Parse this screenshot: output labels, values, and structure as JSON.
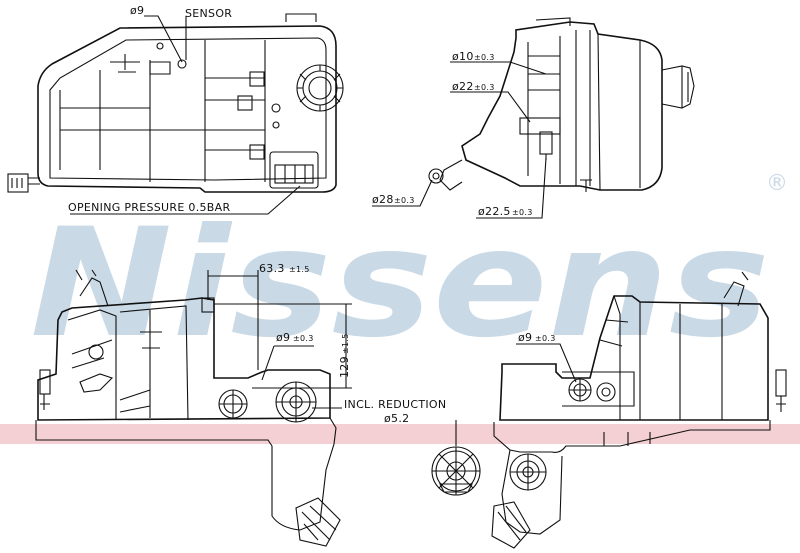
{
  "watermark": {
    "text": "Nissens",
    "registered": "®",
    "color": "#c9d9e6"
  },
  "stripe_color": "#f4cfd3",
  "labels": {
    "d9_top": "ø9",
    "sensor": "SENSOR",
    "opening_pressure": "OPENING PRESSURE 0.5BAR",
    "d10": "ø10",
    "d10_tol": "±0.3",
    "d22": "ø22",
    "d22_tol": "±0.3",
    "d28": "ø28",
    "d28_tol": "±0.3",
    "d22_5": "ø22.5",
    "d22_5_tol": "±0.3",
    "dim63": "63.3",
    "dim63_tol": "±1.5",
    "dim129": "129",
    "dim129_tol": "±1.5",
    "d9_front": "ø9",
    "d9_front_tol": "±0.3",
    "incl_reduction": "INCL. REDUCTION",
    "d5_2": "ø5.2",
    "d9_right": "ø9",
    "d9_right_tol": "±0.3"
  }
}
